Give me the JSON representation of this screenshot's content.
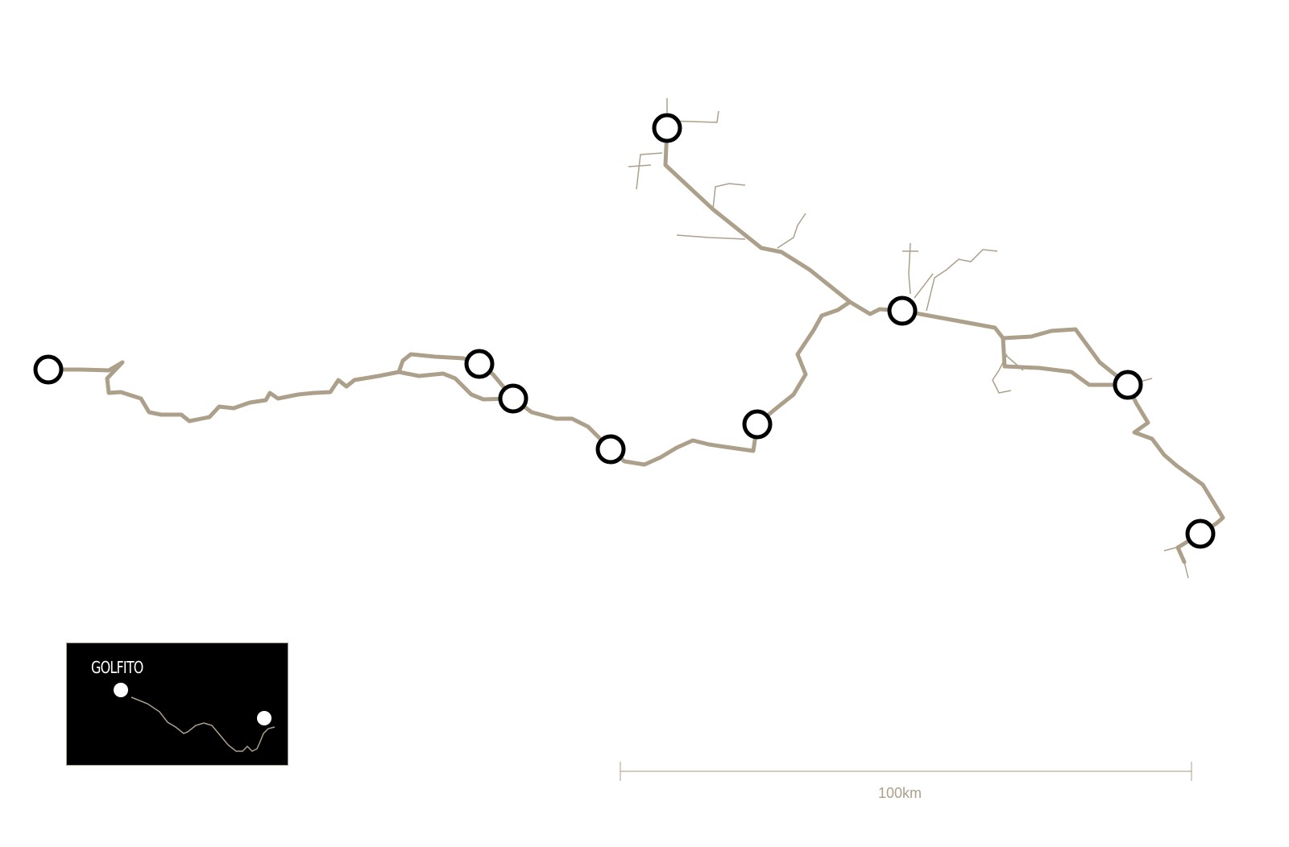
{
  "map": {
    "route_color": "#ada08a",
    "stop_count": 9
  },
  "inset": {
    "label": "GOLFITO"
  },
  "scale_bar": {
    "label": "100km"
  }
}
